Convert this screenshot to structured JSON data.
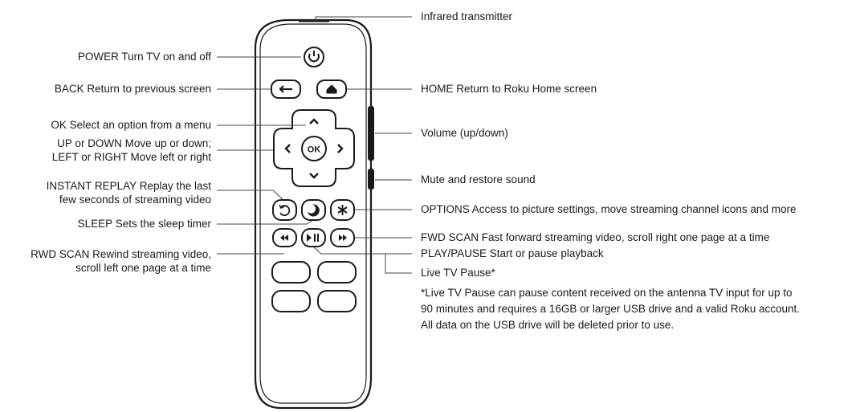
{
  "labels": {
    "infrared": "Infrared transmitter",
    "power": "POWER Turn TV on and off",
    "back": "BACK Return to previous screen",
    "home": "HOME Return to Roku Home screen",
    "ok": "OK Select an option from a menu",
    "volume": "Volume (up/down)",
    "updown_1": "UP or DOWN Move up or down;",
    "updown_2": "LEFT or RIGHT Move left or right",
    "mute": "Mute and restore sound",
    "replay_1": "INSTANT REPLAY Replay the last",
    "replay_2": "few seconds of streaming video",
    "options": "OPTIONS Access to picture settings, move streaming channel icons and more",
    "sleep": "SLEEP Sets the sleep timer",
    "fwd": "FWD SCAN Fast forward streaming video, scroll right one page at a time",
    "rwd_1": "RWD SCAN Rewind streaming video,",
    "rwd_2": "scroll left one page at a time",
    "playpause": "PLAY/PAUSE Start or pause playback",
    "livetv": "Live TV Pause*",
    "note_1": "*Live TV Pause can pause content received on the antenna TV input for up to",
    "note_2": "90 minutes and requires a 16GB or larger USB drive and a valid Roku account.",
    "note_3": "All data on the USB drive will be deleted prior to use."
  },
  "remote": {
    "ok_button": "OK"
  }
}
